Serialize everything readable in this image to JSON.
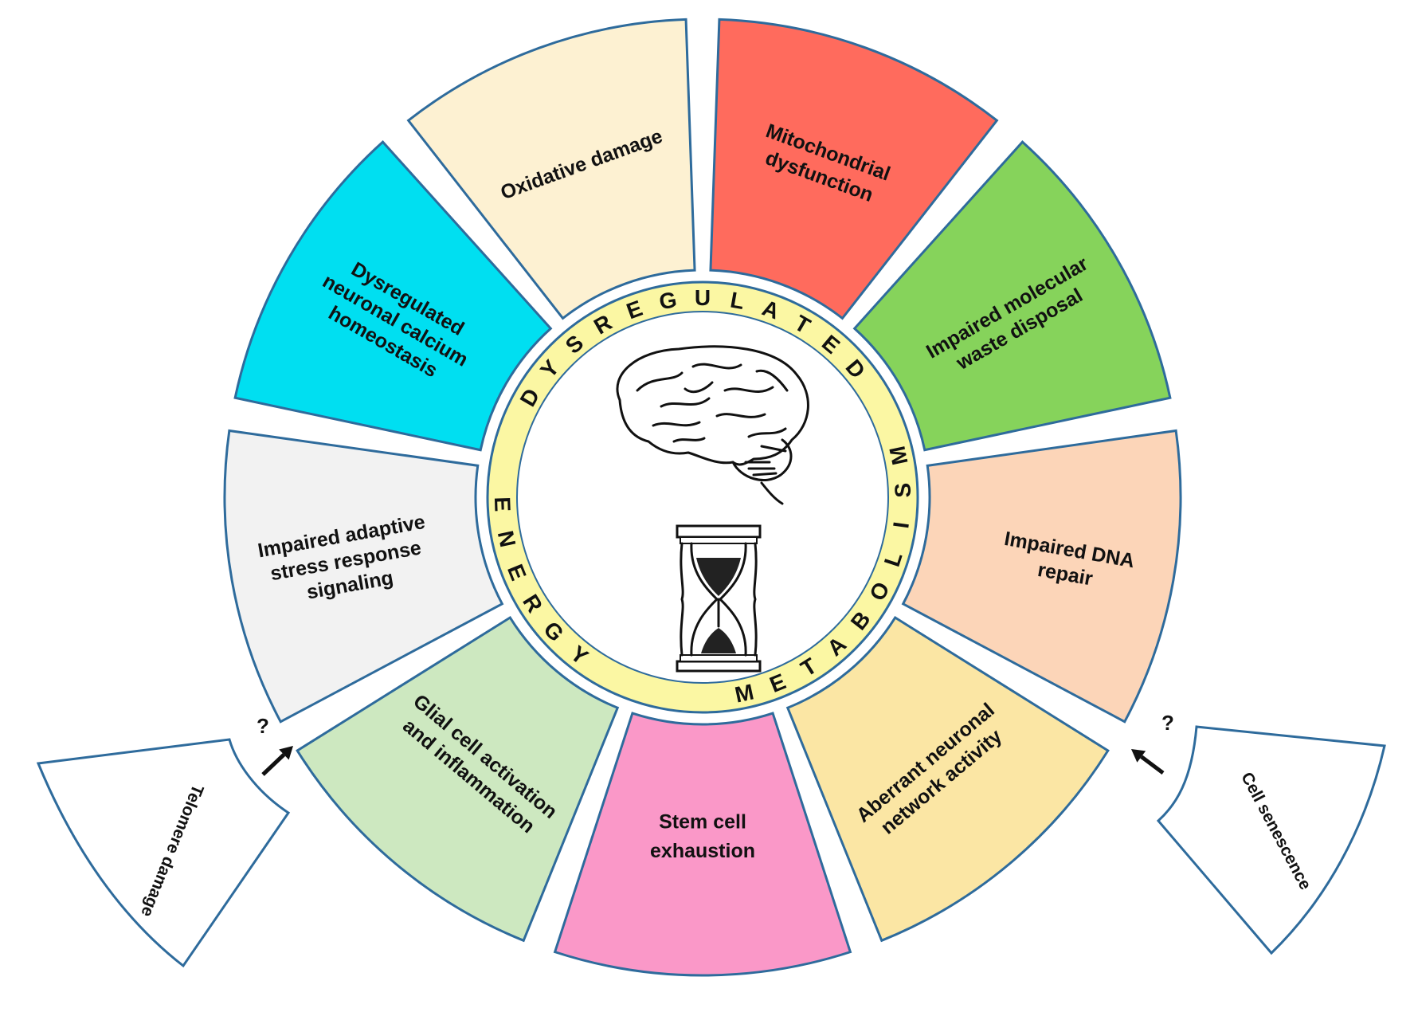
{
  "center": {
    "ring_words": [
      {
        "text": "DYSREGULATED"
      },
      {
        "text": "ENERGY"
      },
      {
        "text": "METABOLISM"
      }
    ],
    "ring_color": "#fbf7a3",
    "inner_icons": [
      "brain-icon",
      "hourglass-icon"
    ]
  },
  "segments": [
    {
      "id": "oxidative",
      "lines": [
        "Oxidative damage"
      ],
      "color": "#fdf1d2"
    },
    {
      "id": "mito",
      "lines": [
        "Mitochondrial",
        "dysfunction"
      ],
      "color": "#ff6b5d"
    },
    {
      "id": "waste",
      "lines": [
        "Impaired molecular",
        "waste disposal"
      ],
      "color": "#86d35b"
    },
    {
      "id": "dna",
      "lines": [
        "Impaired DNA",
        "repair"
      ],
      "color": "#fcd5b8"
    },
    {
      "id": "network",
      "lines": [
        "Aberrant neuronal",
        "network activity"
      ],
      "color": "#fbe6a4"
    },
    {
      "id": "stem",
      "lines": [
        "Stem cell",
        "exhaustion"
      ],
      "color": "#fa98c8"
    },
    {
      "id": "glial",
      "lines": [
        "Glial cell activation",
        "and inflammation"
      ],
      "color": "#cde8c0"
    },
    {
      "id": "stress",
      "lines": [
        "Impaired adaptive",
        "stress response",
        "signaling"
      ],
      "color": "#f2f2f2"
    },
    {
      "id": "calcium",
      "lines": [
        "Dysregulated",
        "neuronal  calcium",
        "homeostasis"
      ],
      "color": "#00dff1"
    }
  ],
  "side_boxes": [
    {
      "id": "telomere",
      "label": "Telomere damage",
      "question": "?"
    },
    {
      "id": "senescence",
      "label": "Cell senescence",
      "question": "?"
    }
  ],
  "colors": {
    "outline": "#2e6b9c"
  }
}
